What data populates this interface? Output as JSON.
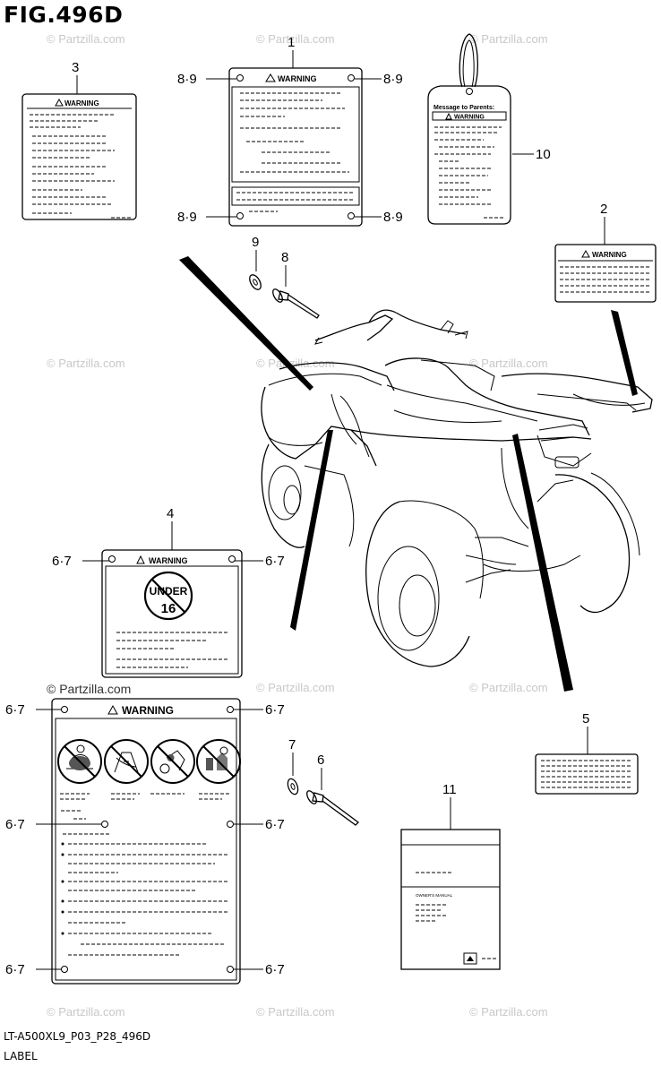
{
  "figure": {
    "title": "FIG.496D",
    "code": "LT-A500XL9_P03_P28_496D",
    "name": "LABEL"
  },
  "watermark": {
    "text": "© Partzilla.com"
  },
  "labels": {
    "warning": "WARNING",
    "message_to_parents": "Message to Parents:",
    "under": "UNDER",
    "age": "16",
    "owners_manual": "OWNER'S MANUAL"
  },
  "callouts": {
    "part_1": "1",
    "part_2": "2",
    "part_3": "3",
    "part_4": "4",
    "part_5": "5",
    "part_6": "6",
    "part_7": "7",
    "part_8": "8",
    "part_9": "9",
    "part_10": "10",
    "part_11": "11",
    "pair_8_9": "8·9",
    "pair_6_7": "6·7"
  },
  "icons": [
    "warning-triangle-icon",
    "no-passenger-icon",
    "no-road-icon",
    "no-drugs-alcohol-icon",
    "no-stunts-icon",
    "suzuki-logo-icon"
  ]
}
